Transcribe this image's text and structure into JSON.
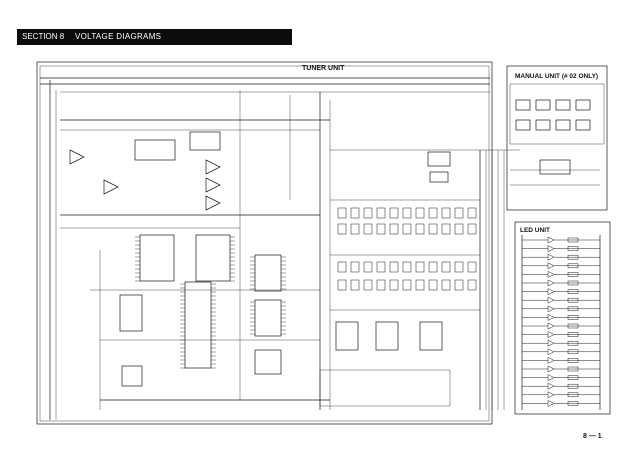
{
  "header": {
    "section": "SECTION 8",
    "title": "VOLTAGE DIAGRAMS"
  },
  "units": {
    "tuner": "TUNER UNIT",
    "manual": "MANUAL UNIT (# 02 ONLY)",
    "led": "LED UNIT"
  },
  "page_number": "8 — 1"
}
